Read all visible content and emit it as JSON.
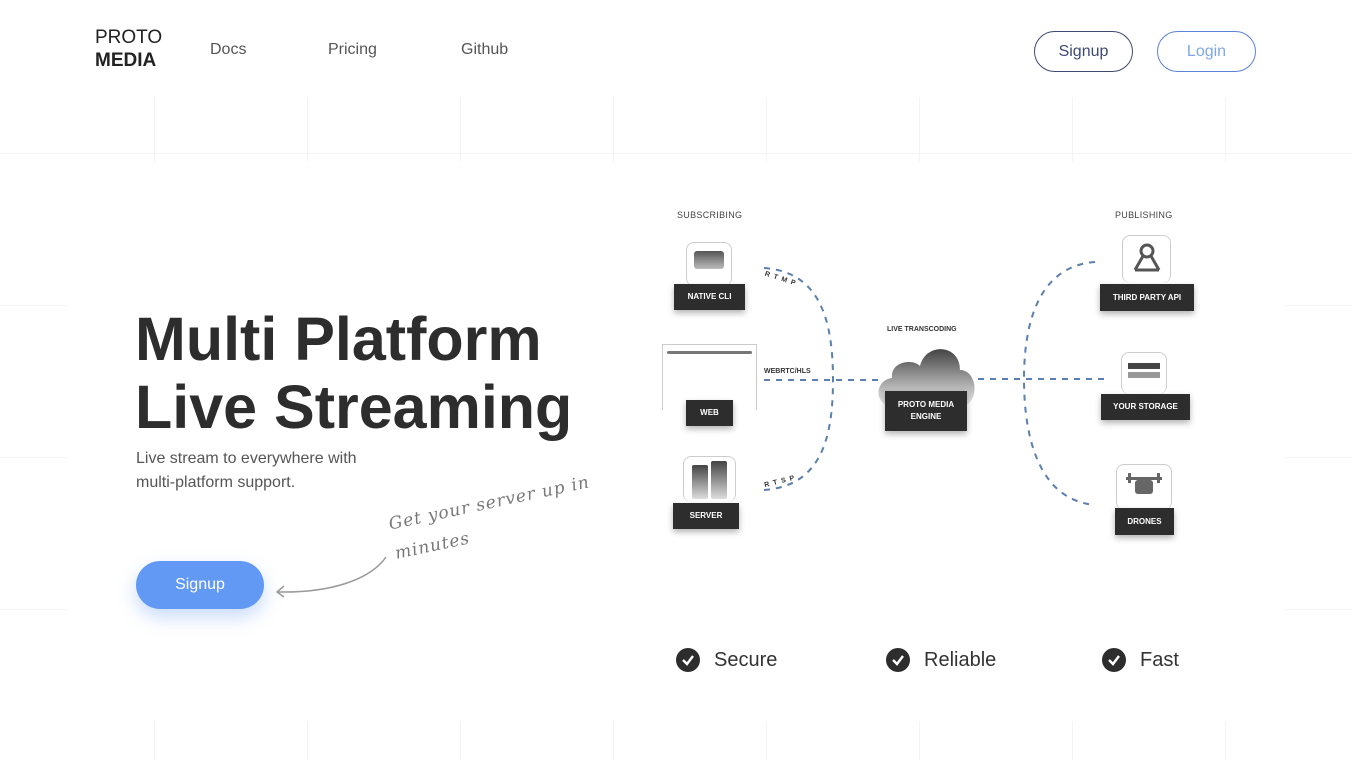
{
  "header": {
    "logo_top": "PROTO",
    "logo_bottom": "MEDIA",
    "nav": [
      "Docs",
      "Pricing",
      "Github"
    ],
    "signup": "Signup",
    "login": "Login"
  },
  "hero": {
    "title_line1": "Multi Platform",
    "title_line2": "Live Streaming",
    "subtitle_line1": "Live stream to everywhere with",
    "subtitle_line2": "multi-platform support.",
    "cta": "Signup",
    "note_line1": "Get your server up in",
    "note_line2": "minutes"
  },
  "diagram": {
    "subscribing": "SUBSCRIBING",
    "publishing": "PUBLISHING",
    "transcoding": "LIVE TRANSCODING",
    "engine_line1": "PROTO MEDIA",
    "engine_line2": "ENGINE",
    "sources": [
      "NATIVE CLI",
      "WEB",
      "SERVER"
    ],
    "targets": [
      "THIRD PARTY API",
      "YOUR STORAGE",
      "DRONES"
    ],
    "protocols": [
      "RTMP",
      "WEBRTC/HLS",
      "RTSP"
    ]
  },
  "features": [
    "Secure",
    "Reliable",
    "Fast"
  ],
  "colors": {
    "accent": "#6199f4",
    "dash": "#5a7fb0",
    "dark": "#2d2d2d"
  }
}
